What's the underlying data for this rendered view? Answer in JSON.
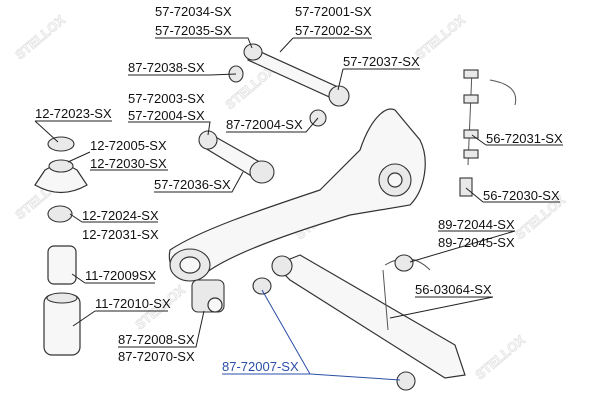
{
  "watermark": "STELLOX",
  "labels": {
    "l57_72034": "57-72034-SX",
    "l57_72035": "57-72035-SX",
    "l57_72001": "57-72001-SX",
    "l57_72002": "57-72002-SX",
    "l87_72038": "87-72038-SX",
    "l57_72037": "57-72037-SX",
    "l57_72003": "57-72003-SX",
    "l57_72004": "57-72004-SX",
    "l87_72004": "87-72004-SX",
    "l12_72023": "12-72023-SX",
    "l12_72005": "12-72005-SX",
    "l12_72030": "12-72030-SX",
    "l57_72036": "57-72036-SX",
    "l56_72031": "56-72031-SX",
    "l56_72030": "56-72030-SX",
    "l12_72024": "12-72024-SX",
    "l12_72031": "12-72031-SX",
    "l89_72044": "89-72044-SX",
    "l89_72045": "89-72045-SX",
    "l11_72009": "11-72009SX",
    "l56_03064": "56-03064-SX",
    "l11_72010": "11-72010-SX",
    "l87_72008": "87-72008-SX",
    "l87_72070": "87-72070-SX",
    "l87_72007": "87-72007-SX"
  },
  "colors": {
    "highlight": "#2b4fa8",
    "text": "#111111"
  }
}
